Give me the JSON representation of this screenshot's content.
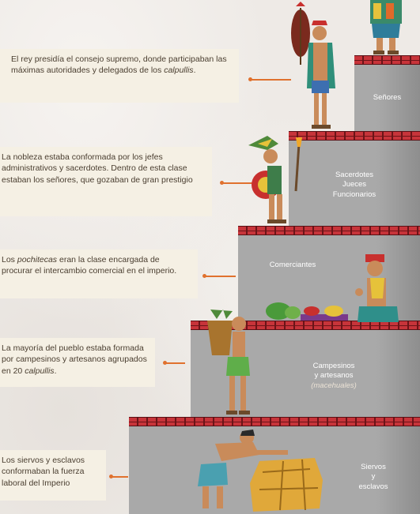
{
  "notes": [
    {
      "pre": "El rey presidía el consejo supremo, donde participaban las máximas autoridades y delegados de los ",
      "em": "calpullis",
      "post": "."
    },
    {
      "pre": "La nobleza estaba conformada por los jefes administrativos y sacerdotes. Dentro de esta clase estaban los señores, que gozaban de gran prestigio",
      "em": "",
      "post": ""
    },
    {
      "pre": "Los ",
      "em": "pochitecas",
      "post": " eran la clase encargada de procurar el intercambio comercial en el imperio."
    },
    {
      "pre": "La mayoría del pueblo estaba formada por campesinos y artesanos agrupados en 20 ",
      "em": "calpullis",
      "post": "."
    },
    {
      "pre": "Los siervos y esclavos conformaban la fuerza laboral del Imperio",
      "em": "",
      "post": ""
    }
  ],
  "steps": [
    {
      "lines": [
        "Señores"
      ]
    },
    {
      "lines": [
        "Sacerdotes",
        "Jueces",
        "Funcionarios"
      ]
    },
    {
      "lines": [
        "Comerciantes"
      ]
    },
    {
      "lines": [
        "Campesinos",
        "y artesanos"
      ],
      "italic": "(macehuales)"
    },
    {
      "lines": [
        "Siervos",
        "y",
        "esclavos"
      ]
    }
  ],
  "colors": {
    "accent": "#e0712e",
    "step": "#a9a9a9",
    "brick": "#c7343a"
  }
}
